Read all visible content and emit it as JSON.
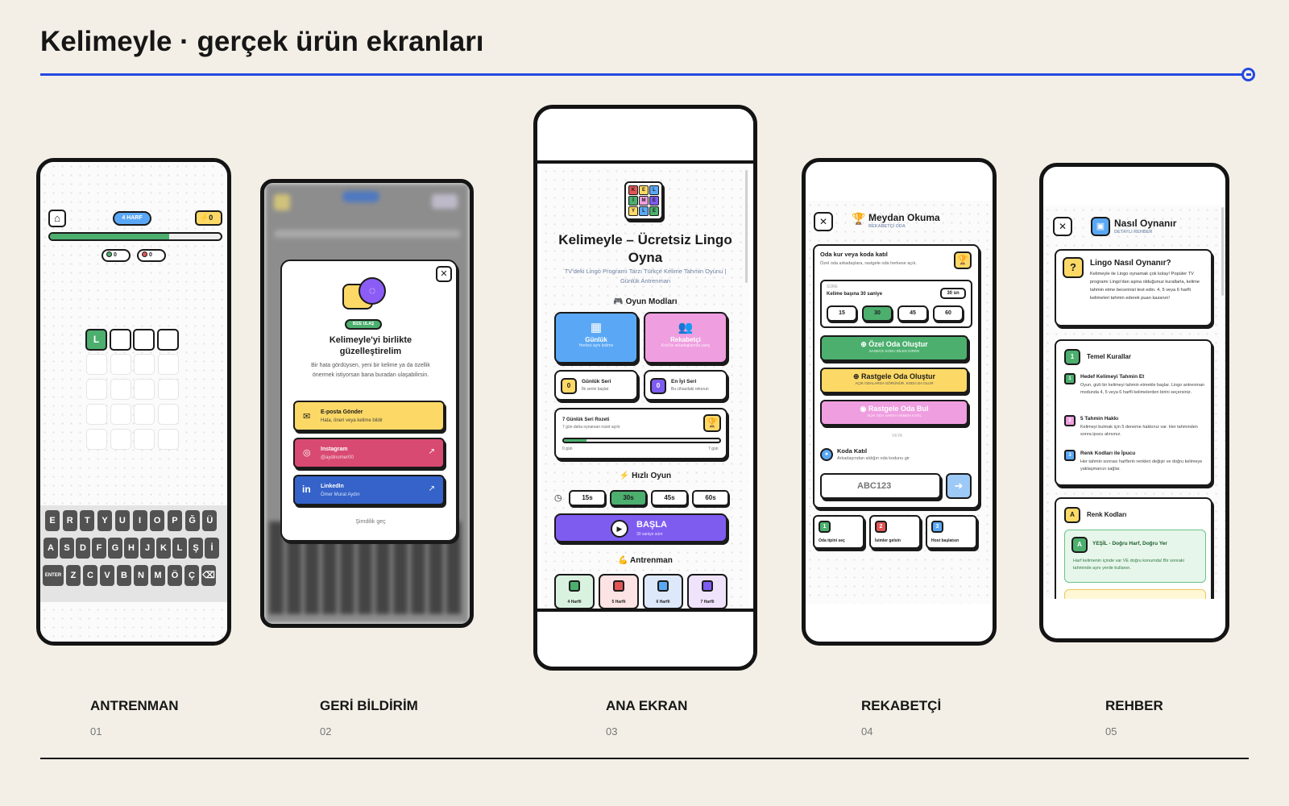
{
  "title": "Kelimeyle · gerçek ürün ekranları",
  "screens": [
    {
      "caption": "ANTRENMAN",
      "num": "01"
    },
    {
      "caption": "GERİ BİLDİRİM",
      "num": "02"
    },
    {
      "caption": "ANA EKRAN",
      "num": "03"
    },
    {
      "caption": "REKABETÇİ",
      "num": "04"
    },
    {
      "caption": "REHBER",
      "num": "05"
    }
  ],
  "antrenman": {
    "badge": "4 HARF",
    "bolt": "0",
    "correct": "0",
    "wrong": "0",
    "first_letter": "L",
    "progress": 0.7,
    "keys_row1": [
      "E",
      "R",
      "T",
      "Y",
      "U",
      "I",
      "O",
      "P",
      "Ğ",
      "Ü"
    ],
    "keys_row2": [
      "A",
      "S",
      "D",
      "F",
      "G",
      "H",
      "J",
      "K",
      "L",
      "Ş",
      "İ"
    ],
    "keys_row3": [
      "ENTER",
      "Z",
      "C",
      "V",
      "B",
      "N",
      "M",
      "Ö",
      "Ç",
      "⌫"
    ]
  },
  "feedback": {
    "badge": "BİZE ULAŞ",
    "title": "Kelimeyle'yi birlikte güzelleştirelim",
    "desc": "Bir hata gördüysen, yeni bir kelime ya da özellik önermek istiyorsan bana buradan ulaşabilirsin.",
    "email_title": "E-posta Gönder",
    "email_sub": "Hata, öneri veya kelime bildir",
    "insta_title": "Instagram",
    "insta_sub": "@aydinomer00",
    "linkedin_title": "LinkedIn",
    "linkedin_sub": "Ömer Murat Aydın",
    "skip": "Şimdilik geç",
    "colors": {
      "email": "#fcd966",
      "insta": "#d94a72",
      "linkedin": "#3563c9"
    }
  },
  "home": {
    "logo_letters": [
      "K",
      "E",
      "L",
      "İ",
      "M",
      "E",
      "Y",
      "L",
      "E"
    ],
    "title": "Kelimeyle – Ücretsiz Lingo Oyna",
    "subtitle": "TV'deki Lingo Programı Tarzı Türkçe Kelime Tahmin Oyunu | Günlük Antrenman",
    "modes_heading": "Oyun Modları",
    "daily": "Günlük",
    "daily_sub": "Herkes aynı kelime",
    "rival": "Rekabetçi",
    "rival_sub": "Kod ile arkadaşlarınla yarış",
    "streak_title": "Günlük Seri",
    "streak_sub": "İlk serini başlat",
    "streak_val": "0",
    "best_title": "En İyi Seri",
    "best_sub": "Bu cihazdaki rekorun",
    "best_val": "0",
    "badge_title": "7 Günlük Seri Rozeti",
    "badge_sub": "7 gün daha oynarsan rozet açılır",
    "badge_from": "0 gün",
    "badge_to": "7 gün",
    "quick_heading": "Hızlı Oyun",
    "times": [
      "15s",
      "30s",
      "45s",
      "60s"
    ],
    "start": "BAŞLA",
    "start_sub": "30 saniye süre",
    "training_heading": "Antrenman",
    "training": [
      "4 Harfli",
      "5 Harfli",
      "6 Harfli",
      "7 Harfli"
    ],
    "colors": {
      "daily": "#5aa8f5",
      "rival": "#ef9ee0",
      "start": "#7e5cf0"
    }
  },
  "rival": {
    "title": "Meydan Okuma",
    "subtitle": "REKABETÇİ ODA",
    "join_title": "Oda kur veya koda katıl",
    "join_desc": "Özel oda arkadaşlara, rastgele oda herkese açık.",
    "duration_label": "SÜRE",
    "per_word": "Kelime başına 30 saniye",
    "duration_badge": "30 sn",
    "durations": [
      "15",
      "30",
      "45",
      "60"
    ],
    "private_room": "Özel Oda Oluştur",
    "private_sub": "SADECE KODU BİLEN GİRER",
    "random_room": "Rastgele Oda Oluştur",
    "random_sub": "AÇIK ODALARDA GÖRÜNÜR, KODU DA OLUR",
    "find_room": "Rastgele Oda Bul",
    "find_sub": "AÇIK ODA VARSA HEMEN KATIL",
    "or": "VEYA",
    "code_join": "Koda Katıl",
    "code_sub": "Arkadaşından aldığın oda kodunu gir",
    "code_placeholder": "ABC123",
    "steps": [
      {
        "n": "1",
        "t": "Oda tipini seç"
      },
      {
        "n": "2",
        "t": "İsimler gelsin"
      },
      {
        "n": "3",
        "t": "Host başlatsın"
      }
    ]
  },
  "guide": {
    "title": "Nasıl Oynanır",
    "subtitle": "DETAYLI REHBER",
    "card_title": "Lingo Nasıl Oynanır?",
    "card_desc": "Kelimeyle ile Lingo oynamak çok kolay! Popüler TV programı Lingo'dan aşina olduğunuz kurallarla, kelime tahmin etme becerinizi test edin. 4, 5 veya 6 harfli kelimeleri tahmin ederek puan kazanın!",
    "rules_badge": "1",
    "rules_title": "Temel Kurallar",
    "rules": [
      {
        "n": "1",
        "t": "Hedef Kelimeyi Tahmin Et",
        "d": "Oyun, gizli bir kelimeyi tahmin etmekle başlar. Lingo antrenman modunda 4, 5 veya 6 harfli kelimelerden birini seçersiniz."
      },
      {
        "n": "2",
        "t": "5 Tahmin Hakkı",
        "d": "Kelimeyi bulmak için 5 deneme hakkınız var. Her tahminden sonra ipucu alırsınız."
      },
      {
        "n": "3",
        "t": "Renk Kodları ile İpucu",
        "d": "Her tahmin sonrası harflerin renkleri değişir ve doğru kelimeye yaklaşmanızı sağlar."
      }
    ],
    "colors_badge": "A",
    "colors_title": "Renk Kodları",
    "green_badge": "A",
    "green_title": "YEŞİL - Doğru Harf, Doğru Yer",
    "green_desc": "Harf kelimenin içinde var VE doğru konumda! Bir sonraki tahminde aynı yerde kullanın."
  }
}
